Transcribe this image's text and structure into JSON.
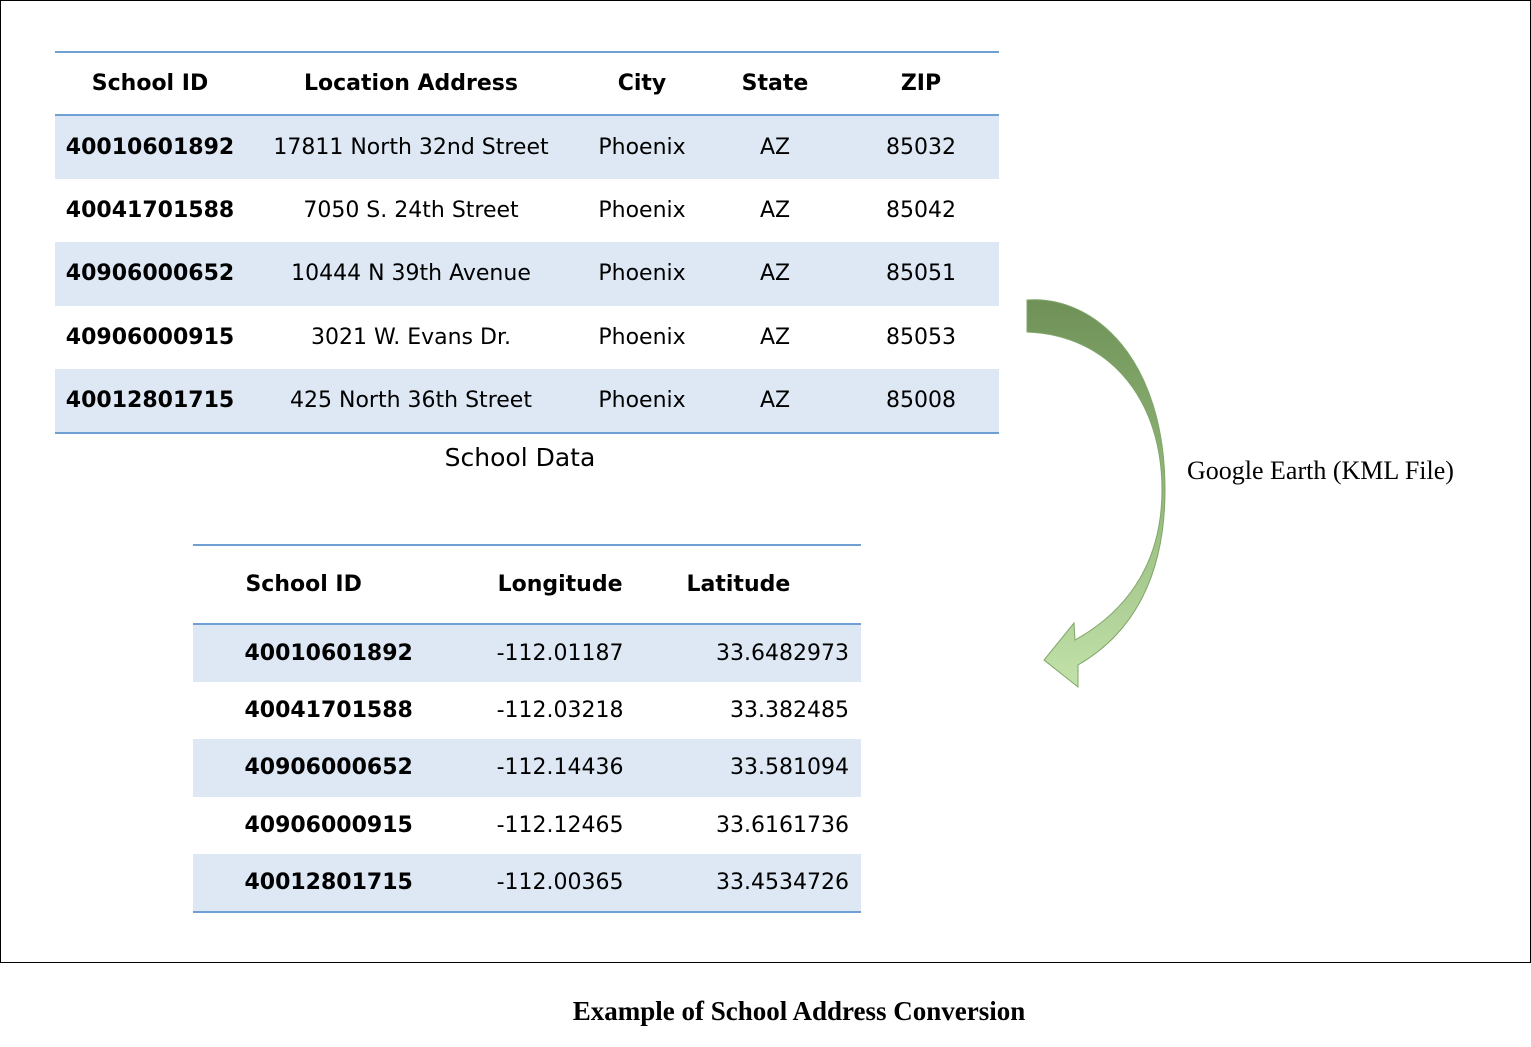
{
  "school_data_table": {
    "headers": [
      "School ID",
      "Location Address",
      "City",
      "State",
      "ZIP"
    ],
    "rows": [
      [
        "40010601892",
        "17811 North 32nd Street",
        "Phoenix",
        "AZ",
        "85032"
      ],
      [
        "40041701588",
        "7050 S. 24th Street",
        "Phoenix",
        "AZ",
        "85042"
      ],
      [
        "40906000652",
        "10444 N 39th Avenue",
        "Phoenix",
        "AZ",
        "85051"
      ],
      [
        "40906000915",
        "3021 W. Evans Dr.",
        "Phoenix",
        "AZ",
        "85053"
      ],
      [
        "40012801715",
        "425 North 36th Street",
        "Phoenix",
        "AZ",
        "85008"
      ]
    ],
    "caption": "School Data"
  },
  "coordinates_table": {
    "headers": [
      "School ID",
      "Longitude",
      "Latitude"
    ],
    "rows": [
      [
        "40010601892",
        "-112.01187",
        "33.6482973"
      ],
      [
        "40041701588",
        "-112.03218",
        "33.382485"
      ],
      [
        "40906000652",
        "-112.14436",
        "33.581094"
      ],
      [
        "40906000915",
        "-112.12465",
        "33.6161736"
      ],
      [
        "40012801715",
        "-112.00365",
        "33.4534726"
      ]
    ]
  },
  "arrow": {
    "label": "Google Earth (KML File)",
    "color_dark": "#7a9a5e",
    "color_light": "#b3d99a"
  },
  "figure_caption": "Example of School Address Conversion",
  "colors": {
    "row_band": "#dde8f4",
    "rule": "#6fa0d3"
  }
}
